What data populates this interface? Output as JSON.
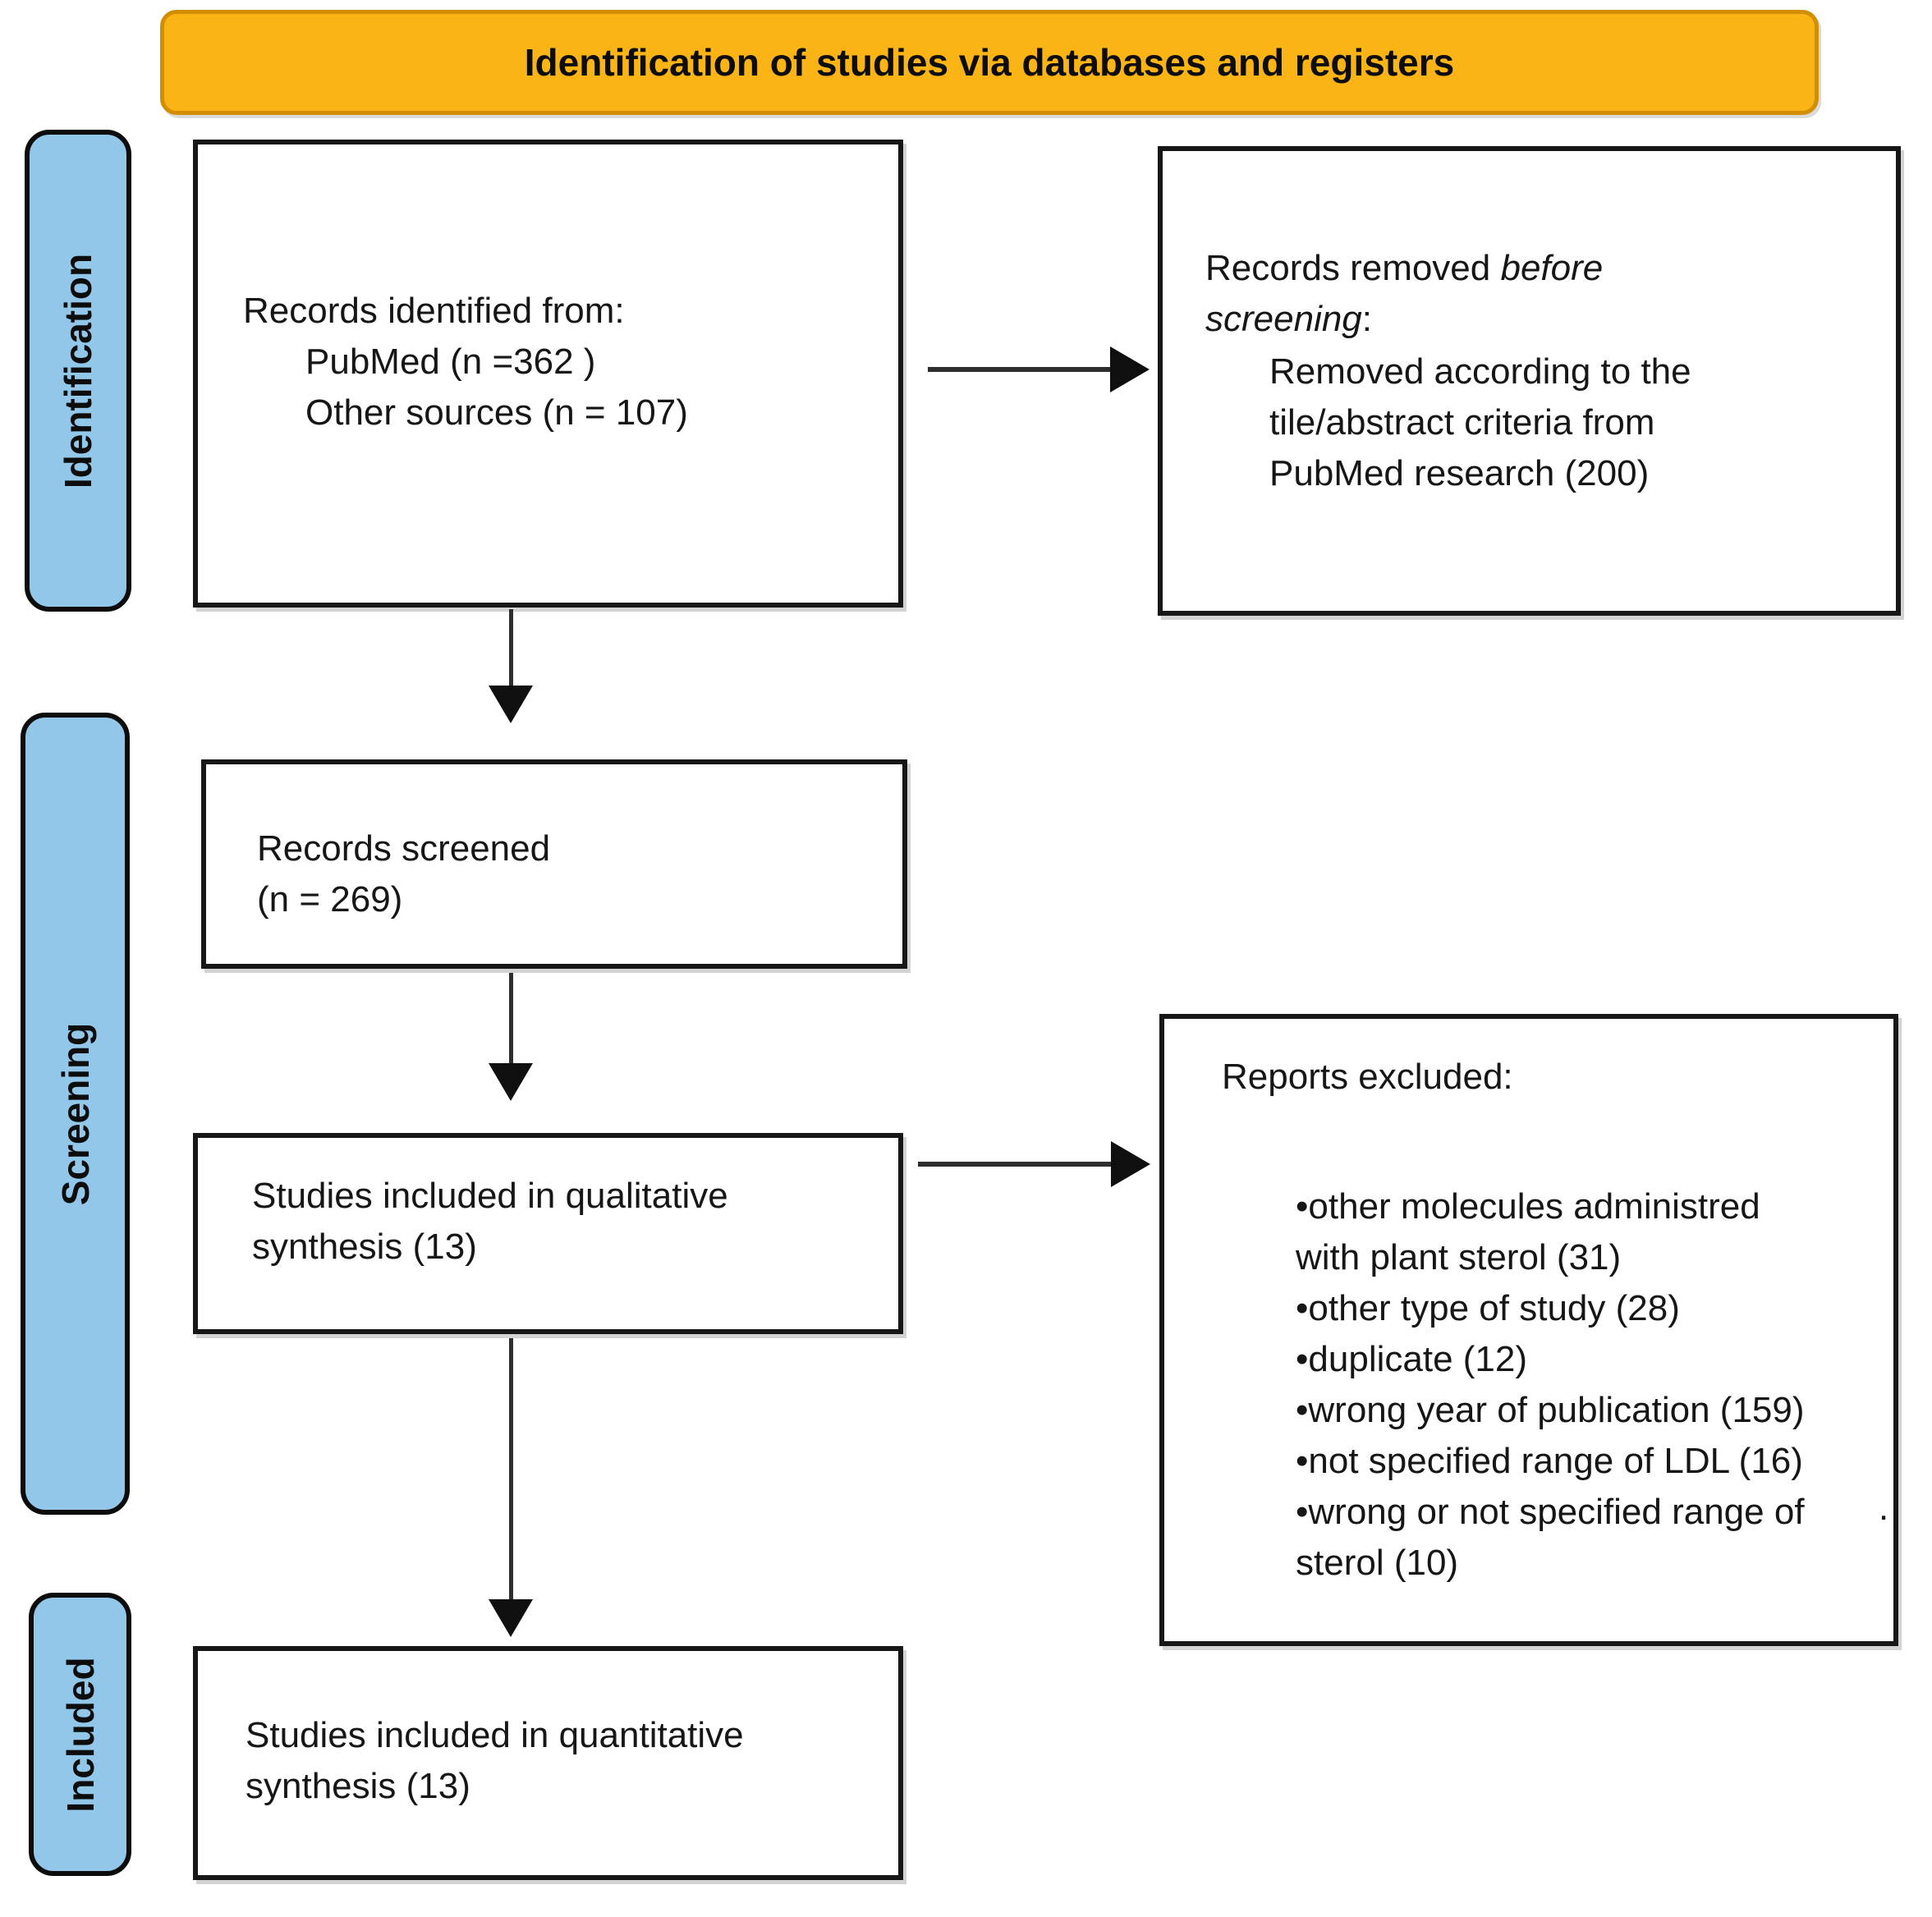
{
  "header": {
    "title": "Identification of studies via databases and registers"
  },
  "sidebar": {
    "identification": "Identification",
    "screening": "Screening",
    "included": "Included"
  },
  "boxes": {
    "records_identified": {
      "lines": [
        "Records identified from:",
        "PubMed  (n =362 )",
        "Other sources (n = 107)"
      ]
    },
    "records_removed": {
      "lead": "Records removed ",
      "italic": "before screening",
      "colon": ":",
      "detail": "Removed according to the tile/abstract criteria from PubMed research (200)"
    },
    "records_screened": {
      "lines": [
        "Records screened",
        "(n = 269)"
      ]
    },
    "qualitative": {
      "text": "Studies included in qualitative synthesis (13)"
    },
    "reports_excluded": {
      "title": "Reports excluded:",
      "bullets": [
        "•other molecules administred with plant sterol (31)",
        "•other type of study (28)",
        "•duplicate (12)",
        "•wrong year of publication (159)",
        "•not specified range of LDL (16)",
        "•wrong or not specified range of sterol (10)"
      ]
    },
    "quantitative": {
      "text": "Studies included in quantitative synthesis (13)"
    }
  },
  "stray_mark": ".",
  "colors": {
    "header_bg": "#FBB415",
    "header_border": "#D18E00",
    "stage_bg": "#92C7EA",
    "box_border": "#171717",
    "arrow": "#2e2e2e"
  }
}
